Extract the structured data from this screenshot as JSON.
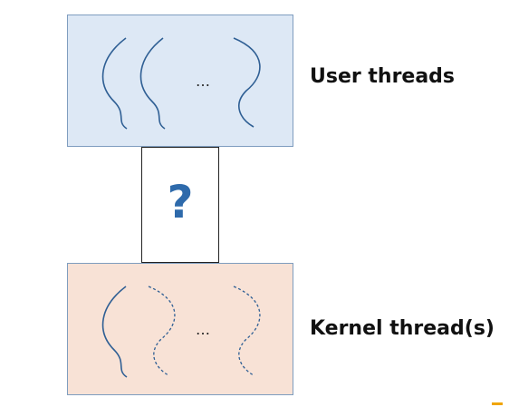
{
  "diagram": {
    "user_label": "User threads",
    "kernel_label": "Kernel thread(s)",
    "mapping_symbol": "?",
    "ellipsis": "…",
    "colors": {
      "user_fill": "#dde8f5",
      "kernel_fill": "#f8e2d6",
      "thread_stroke": "#2f5f94",
      "question_mark": "#2e6aab"
    },
    "user_threads": [
      {
        "style": "solid"
      },
      {
        "style": "solid"
      },
      {
        "style": "solid"
      }
    ],
    "kernel_threads": [
      {
        "style": "solid"
      },
      {
        "style": "dashed"
      },
      {
        "style": "dashed"
      }
    ]
  }
}
